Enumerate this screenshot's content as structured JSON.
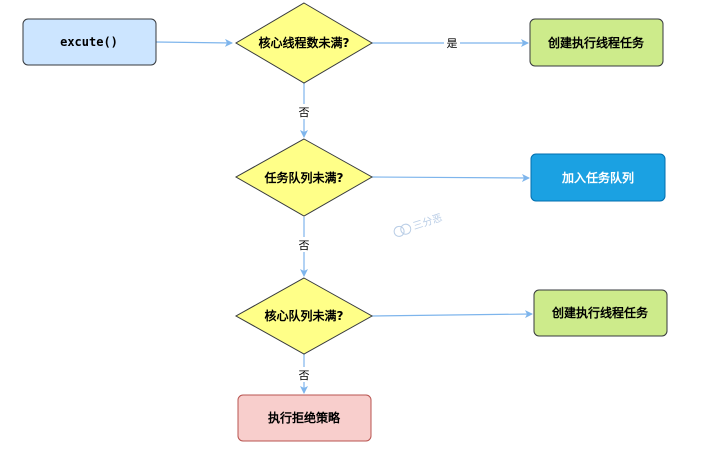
{
  "nodes": {
    "execute": {
      "label": "excute()"
    },
    "check_core": {
      "label": "核心线程数未满?"
    },
    "create_core": {
      "label": "创建执行线程任务"
    },
    "check_queue": {
      "label": "任务队列未满?"
    },
    "add_queue": {
      "label": "加入任务队列"
    },
    "check_max": {
      "label": "核心队列未满?"
    },
    "create_max": {
      "label": "创建执行线程任务"
    },
    "reject": {
      "label": "执行拒绝策略"
    }
  },
  "edges": {
    "yes1": "是",
    "no1": "否",
    "no2": "否",
    "no3": "否"
  },
  "watermark": "三分恶",
  "colors": {
    "start_fill": "#cce5ff",
    "decision_fill": "#ffff88",
    "action_fill": "#cdeb8b",
    "highlight_fill": "#1ba1e2",
    "reject_fill": "#f8cecc",
    "arrow": "#7eb5ec"
  }
}
